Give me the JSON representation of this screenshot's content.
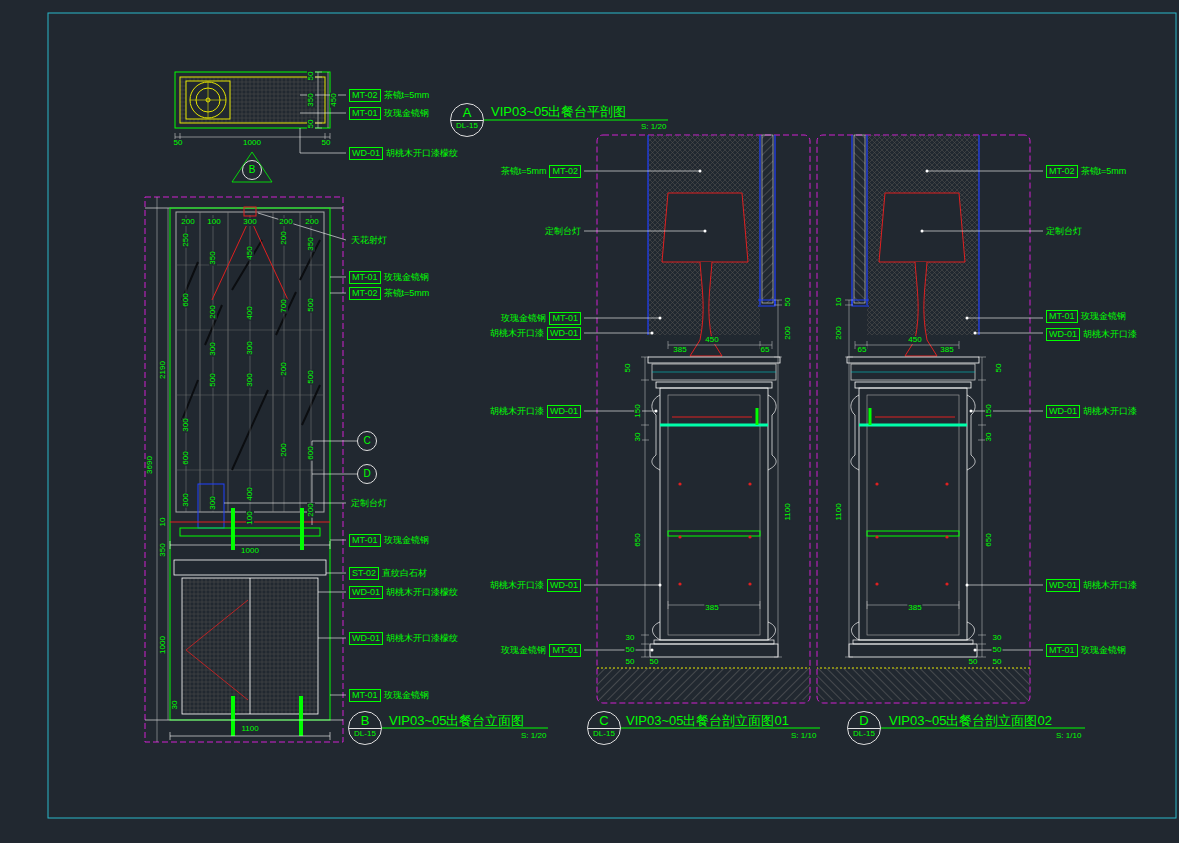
{
  "diagram": {
    "nodes": [
      {
        "text": [
          "A",
          "DL-15"
        ]
      },
      {
        "text": [
          "MT-02",
          "茶镜t=5mm"
        ]
      },
      {
        "text": [
          "MT-01",
          "玫瑰金镜钢"
        ]
      },
      {
        "text": [
          "WD-01",
          "胡桃木开口漆檬纹"
        ]
      },
      {
        "text": [
          "B"
        ]
      },
      {
        "text": [
          "MT-01",
          "玫瑰金镜钢"
        ]
      },
      {
        "text": [
          "MT-02",
          "茶镜t=5mm"
        ]
      },
      {
        "text": [
          "C"
        ]
      },
      {
        "text": [
          "D"
        ]
      },
      {
        "text": [
          "MT-01",
          "玫瑰金镜钢"
        ]
      },
      {
        "text": [
          "ST-02",
          "直纹白石材"
        ]
      },
      {
        "text": [
          "WD-01",
          "胡桃木开口漆檬纹"
        ]
      },
      {
        "text": [
          "WD-01",
          "胡桃木开口漆檬纹"
        ]
      },
      {
        "text": [
          "MT-01",
          "玫瑰金镜钢"
        ]
      },
      {
        "text": [
          "B",
          "DL-15"
        ]
      },
      {
        "text": [
          "茶镜t=5mm",
          "MT-02"
        ]
      },
      {
        "text": [
          "玫瑰金镜钢",
          "MT-01"
        ]
      },
      {
        "text": [
          "胡桃木开口漆",
          "WD-01"
        ]
      },
      {
        "text": [
          "胡桃木开口漆",
          "WD-01"
        ]
      },
      {
        "text": [
          "胡桃木开口漆",
          "WD-01"
        ]
      },
      {
        "text": [
          "玫瑰金镜钢",
          "MT-01"
        ]
      },
      {
        "text": [
          "C",
          "DL-15"
        ]
      },
      {
        "text": [
          "MT-02",
          "茶镜t=5mm"
        ]
      },
      {
        "text": [
          "MT-01",
          "玫瑰金镜钢"
        ]
      },
      {
        "text": [
          "WD-01",
          "胡桃木开口漆"
        ]
      },
      {
        "text": [
          "WD-01",
          "胡桃木开口漆"
        ]
      },
      {
        "text": [
          "WD-01",
          "胡桃木开口漆"
        ]
      },
      {
        "text": [
          "MT-01",
          "玫瑰金镜钢"
        ]
      },
      {
        "text": [
          "D",
          "DL-15"
        ]
      }
    ],
    "labels": [
      "50",
      "1000",
      "50",
      "50",
      "350",
      "50",
      "450",
      "VIP03~05出餐台平剖图",
      "S: 1/20",
      "天花射灯",
      "定制台灯",
      "200",
      "100",
      "300",
      "200",
      "200",
      "3690",
      "2190",
      "10",
      "350",
      "1000",
      "250",
      "600",
      "300",
      "600",
      "300",
      "350",
      "200",
      "300",
      "500",
      "300",
      "450",
      "400",
      "300",
      "300",
      "400",
      "100",
      "200",
      "700",
      "200",
      "200",
      "350",
      "500",
      "500",
      "600",
      "200",
      "1000",
      "1100",
      "30",
      "VIP03~05出餐台立面图",
      "S: 1/20",
      "定制台灯",
      "450",
      "385",
      "65",
      "50",
      "200",
      "1100",
      "50",
      "150",
      "30",
      "650",
      "385",
      "30",
      "50",
      "50",
      "50",
      "VIP03~05出餐台剖立面图01",
      "S: 1/10",
      "定制台灯",
      "450",
      "385",
      "65",
      "10",
      "200",
      "1100",
      "50",
      "150",
      "30",
      "650",
      "385",
      "30",
      "50",
      "50",
      "50",
      "VIP03~05出餐台剖立面图02",
      "S: 1/10"
    ]
  }
}
